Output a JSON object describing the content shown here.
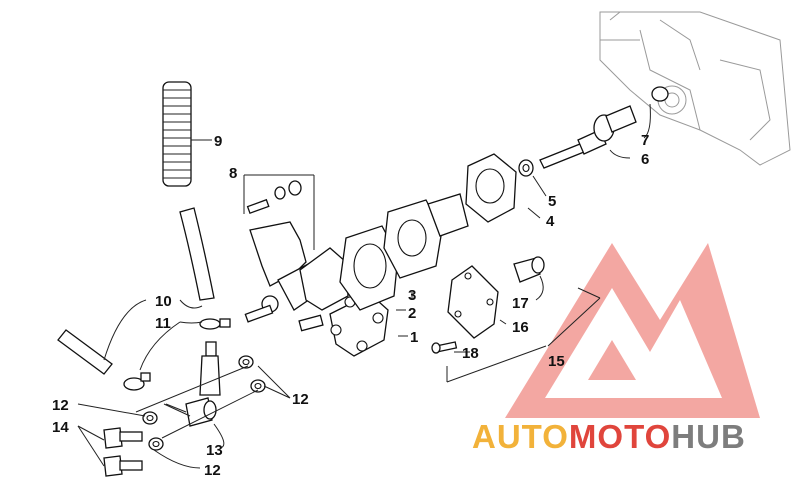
{
  "callouts": [
    {
      "id": "c1",
      "label": "1"
    },
    {
      "id": "c2",
      "label": "2"
    },
    {
      "id": "c3",
      "label": "3"
    },
    {
      "id": "c4",
      "label": "4"
    },
    {
      "id": "c5",
      "label": "5"
    },
    {
      "id": "c6",
      "label": "6"
    },
    {
      "id": "c7",
      "label": "7"
    },
    {
      "id": "c8",
      "label": "8"
    },
    {
      "id": "c9",
      "label": "9"
    },
    {
      "id": "c10",
      "label": "10"
    },
    {
      "id": "c11",
      "label": "11"
    },
    {
      "id": "c12a",
      "label": "12"
    },
    {
      "id": "c12b",
      "label": "12"
    },
    {
      "id": "c12c",
      "label": "12"
    },
    {
      "id": "c13",
      "label": "13"
    },
    {
      "id": "c14",
      "label": "14"
    },
    {
      "id": "c15",
      "label": "15"
    },
    {
      "id": "c16",
      "label": "16"
    },
    {
      "id": "c17",
      "label": "17"
    },
    {
      "id": "c18",
      "label": "18"
    }
  ],
  "watermark": {
    "part1": "AUTO",
    "part2": "MOTO",
    "part3": "HUB",
    "colors": {
      "auto": "#f2b23a",
      "moto": "#e0453c",
      "hub": "#7d7d7d",
      "logo": "#f08a84"
    }
  }
}
